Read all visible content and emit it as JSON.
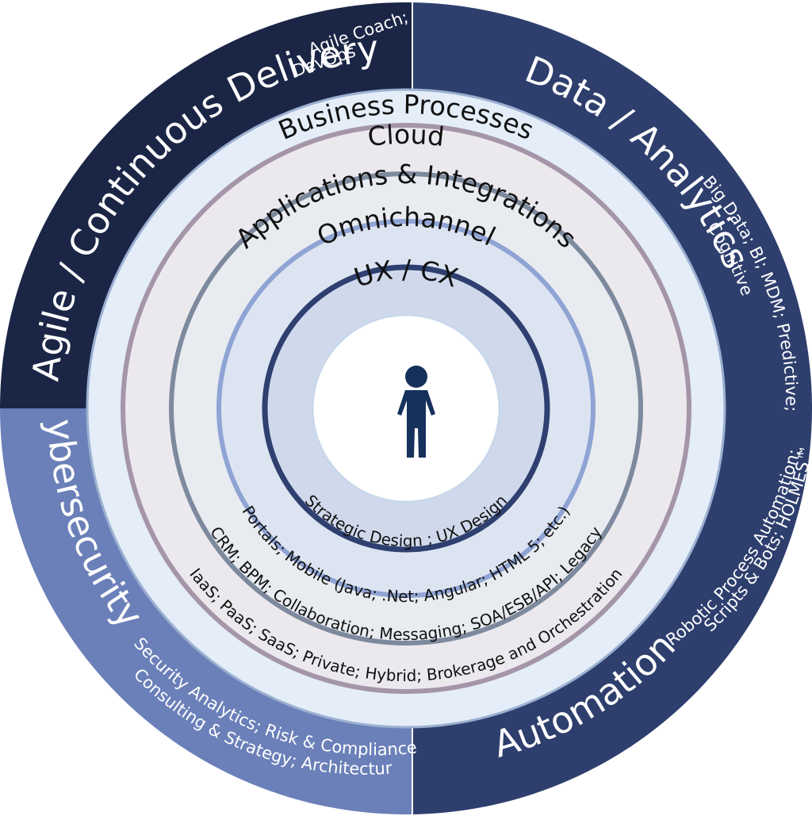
{
  "quadrants": {
    "top_left": {
      "title": "Agile / Continuous Delivery",
      "sub1": "Agile Coach;",
      "sub2": "DevOps",
      "color": "#1b2646"
    },
    "top_right": {
      "title": "Data / Analytics",
      "sub1": "Big Data; BI; MDM; Predictive;",
      "sub2": "Cognitive",
      "color": "#2e3f6e"
    },
    "bottom_left": {
      "title": "Cybersecurity",
      "sub1": "Security Analytics; Risk & Compliance;",
      "sub2": "Consulting & Strategy; Architecture",
      "color": "#6b80b9"
    },
    "bottom_right": {
      "title": "Automation",
      "sub1": "Robotic Process Automation;",
      "sub2": "Scripts &  Bots; HOLMES™",
      "color": "#2e3f6e"
    }
  },
  "rings": {
    "business": {
      "title": "Business Processes"
    },
    "cloud": {
      "title": "Cloud",
      "desc": "IaaS; PaaS; SaaS; Private; Hybrid; Brokerage and Orchestration"
    },
    "applications": {
      "title": "Applications & Integrations",
      "desc": "CRM; BPM; Collaboration; Messaging; SOA/ESB/API; Legacy"
    },
    "omnichannel": {
      "title": "Omnichannel",
      "desc": "Portals; Mobile (Java; .Net; Angular; HTML 5; etc.)"
    },
    "ux": {
      "title": "UX / CX",
      "desc": "Strategic Design ; UX Design"
    }
  },
  "center": {
    "icon": "person-icon",
    "color": "#16315c"
  }
}
